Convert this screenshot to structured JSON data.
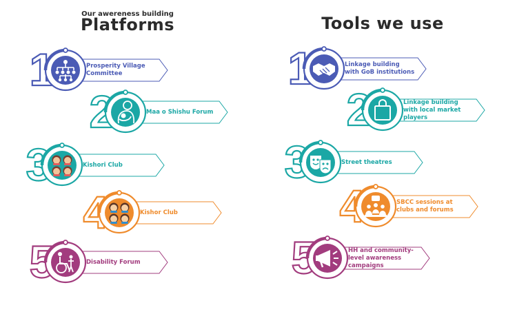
{
  "headings": {
    "left_small": "Our awereness building",
    "left_big": "Platforms",
    "right": "Tools we use"
  },
  "colors": {
    "blue": "#4b5bb5",
    "teal": "#1ba7a5",
    "orange": "#ef8b2c",
    "purple": "#a23c7e",
    "text": "#2b2b2b"
  },
  "platforms": [
    {
      "number": "1",
      "lines": [
        "Prosperity Village",
        "Committee"
      ],
      "color": "#4b5bb5",
      "icon": "org-chart-icon"
    },
    {
      "number": "2",
      "lines": [
        "Maa o Shishu Forum"
      ],
      "color": "#1ba7a5",
      "icon": "mother-child-icon"
    },
    {
      "number": "3",
      "lines": [
        "Kishori Club"
      ],
      "color": "#1ba7a5",
      "icon": "girls-group-icon"
    },
    {
      "number": "4",
      "lines": [
        "Kishor Club"
      ],
      "color": "#ef8b2c",
      "icon": "boys-group-icon"
    },
    {
      "number": "5",
      "lines": [
        "Disability Forum"
      ],
      "color": "#a23c7e",
      "icon": "disability-icon"
    }
  ],
  "tools": [
    {
      "number": "1",
      "lines": [
        "Linkage building",
        "with GoB institutions"
      ],
      "color": "#4b5bb5",
      "icon": "handshake-icon"
    },
    {
      "number": "2",
      "lines": [
        "Linkage building",
        "with local market",
        "players"
      ],
      "color": "#1ba7a5",
      "icon": "shopping-bag-icon"
    },
    {
      "number": "3",
      "lines": [
        "Street theatres"
      ],
      "color": "#1ba7a5",
      "icon": "theatre-masks-icon"
    },
    {
      "number": "4",
      "lines": [
        "SBCC sessions at",
        "clubs and forums"
      ],
      "color": "#ef8b2c",
      "icon": "meeting-icon"
    },
    {
      "number": "5",
      "lines": [
        "HH and community-",
        "level awareness",
        "campaigns"
      ],
      "color": "#a23c7e",
      "icon": "megaphone-icon"
    }
  ]
}
